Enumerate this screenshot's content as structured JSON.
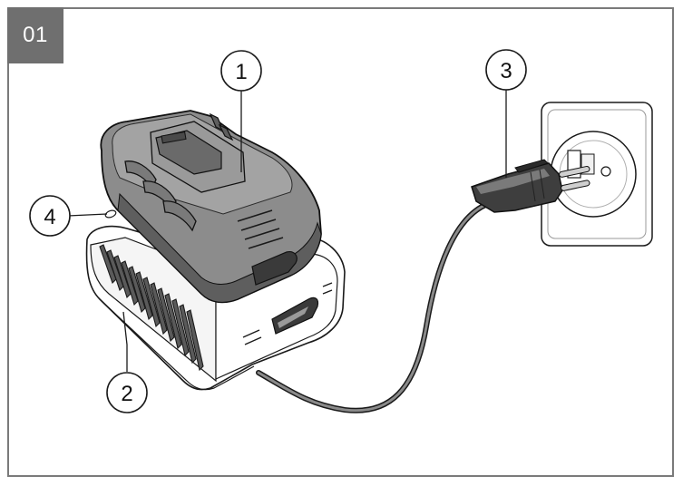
{
  "figure": {
    "number": "01"
  },
  "callouts": [
    {
      "id": "1",
      "label": "1",
      "part": "battery-pack"
    },
    {
      "id": "2",
      "label": "2",
      "part": "charger-base"
    },
    {
      "id": "3",
      "label": "3",
      "part": "mains-plug"
    },
    {
      "id": "4",
      "label": "4",
      "part": "charge-indicator-led"
    }
  ],
  "colors": {
    "frame": "#7a7a7a",
    "badge": "#6f6f6f",
    "battery": "#8c8c8c",
    "battery_dark": "#5e5e5e",
    "line": "#1a1a1a"
  }
}
